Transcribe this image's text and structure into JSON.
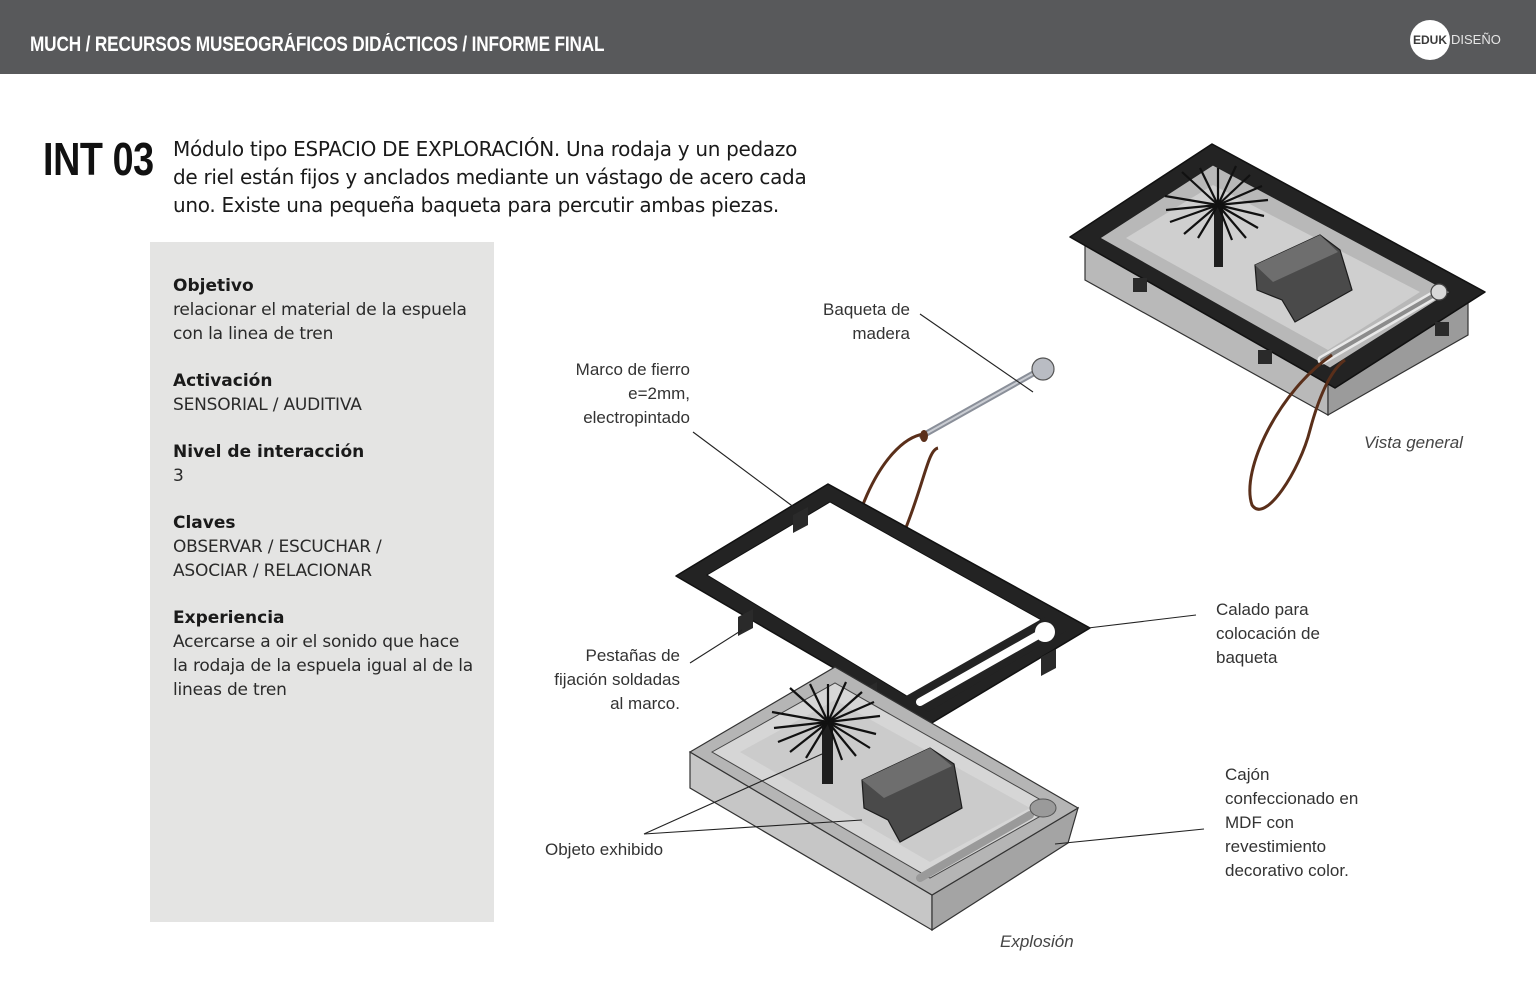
{
  "header": {
    "title": "MUCH / RECURSOS MUSEOGRÁFICOS DIDÁCTICOS / INFORME FINAL",
    "brand_mark": "EDUK",
    "brand_word": "DISEÑO"
  },
  "module": {
    "code": "INT 03",
    "description": "Módulo tipo ESPACIO DE EXPLORACIÓN. Una rodaja y un pedazo de riel están fijos y anclados mediante un vástago de acero cada uno. Existe una pequeña baqueta para percutir ambas piezas."
  },
  "info": [
    {
      "label": "Objetivo",
      "value": "relacionar el material de la espuela con la linea de tren"
    },
    {
      "label": "Activación",
      "value": "SENSORIAL / AUDITIVA"
    },
    {
      "label": "Nivel de interacción",
      "value": "3"
    },
    {
      "label": "Claves",
      "value": "OBSERVAR / ESCUCHAR / ASOCIAR / RELACIONAR"
    },
    {
      "label": "Experiencia",
      "value": "Acercarse a oir el sonido que hace la rodaja de la espuela igual al de la lineas de tren"
    }
  ],
  "callouts": {
    "baqueta": [
      "Baqueta de",
      "madera"
    ],
    "marco": [
      "Marco de fierro",
      "e=2mm,",
      "electropintado"
    ],
    "calado": [
      "Calado para",
      "colocación de",
      "baqueta"
    ],
    "pestanas": [
      "Pestañas de",
      "fijación soldadas",
      "al marco."
    ],
    "objeto": [
      "Objeto exhibido"
    ],
    "cajon": [
      "Cajón",
      "confeccionado en",
      "MDF con",
      "revestimiento",
      "decorativo color."
    ]
  },
  "captions": {
    "general": "Vista general",
    "explosion": "Explosión"
  },
  "colors": {
    "header_bg": "#58595b",
    "panel_bg": "#e4e4e3",
    "frame": "#232323",
    "box_side": "#a9a9a9",
    "box_front": "#c4c4c4",
    "inner": "#cdcdcd",
    "cord": "#5a2f1a"
  }
}
